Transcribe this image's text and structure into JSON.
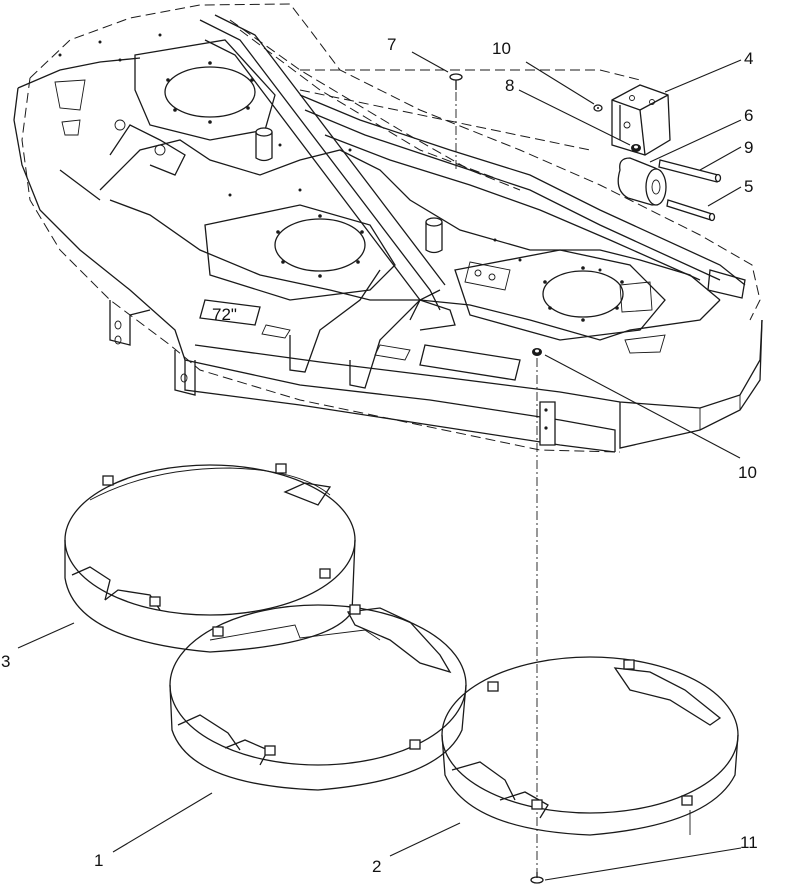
{
  "callouts": {
    "c1": "1",
    "c2": "2",
    "c3": "3",
    "c4": "4",
    "c5": "5",
    "c6": "6",
    "c7": "7",
    "c8": "8",
    "c9": "9",
    "c10a": "10",
    "c10b": "10",
    "c11": "11"
  },
  "deck_decal": "72\""
}
